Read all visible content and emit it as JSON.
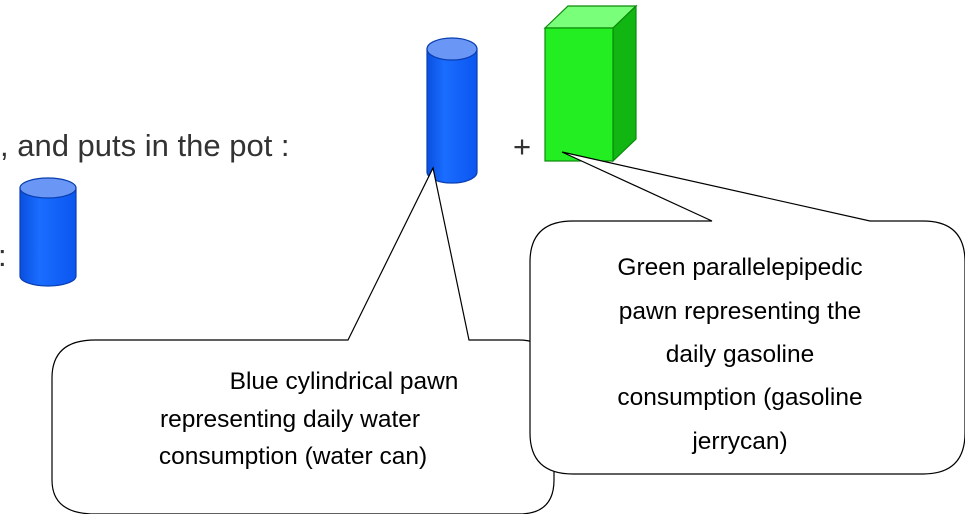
{
  "slide": {
    "line1_text": ", and puts in the pot :",
    "plus_sign": "+",
    "line2_text": ":"
  },
  "callouts": {
    "water": {
      "lines": [
        "Blue cylindrical pawn",
        "representing daily water",
        "consumption (water can)"
      ]
    },
    "gasoline": {
      "lines": [
        "Green parallelepipedic",
        "pawn representing the",
        "daily gasoline",
        "consumption (gasoline",
        "jerrycan)"
      ]
    }
  },
  "icons": {
    "water_pawn": "blue-cylinder-icon",
    "gasoline_pawn": "green-box-icon"
  },
  "colors": {
    "water_pawn": "#1565ff",
    "gasoline_pawn": "#22e622",
    "callout_border": "#000000",
    "text": "#333333"
  }
}
